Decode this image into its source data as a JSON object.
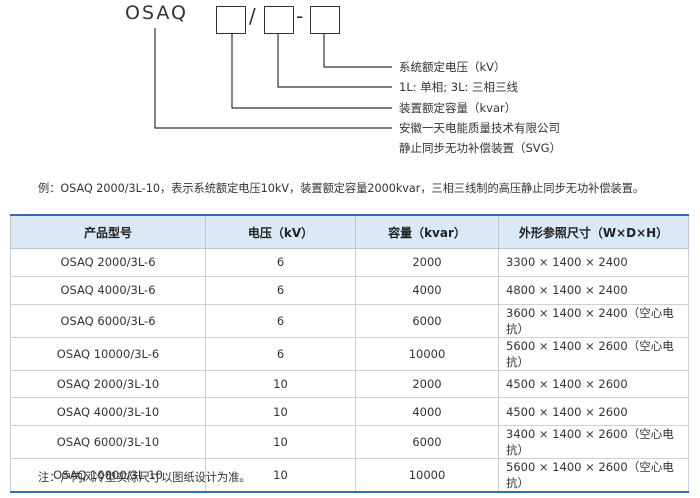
{
  "code": {
    "prefix": "OSAQ",
    "slash": "/",
    "dash": "-"
  },
  "descriptions": [
    "系统额定电压（kV）",
    "1L: 单相; 3L: 三相三线",
    "装置额定容量（kvar）",
    "安徽一天电能质量技术有限公司",
    "静止同步无功补偿装置（SVG）"
  ],
  "example": "例：OSAQ 2000/3L-10，表示系统额定电压10kV，装置额定容量2000kvar，三相三线制的高压静止同步无功补偿装置。",
  "table": {
    "headers": [
      "产品型号",
      "电压（kV）",
      "容量（kvar）",
      "外形参照尺寸（W×D×H）"
    ],
    "rows": [
      [
        "OSAQ 2000/3L-6",
        "6",
        "2000",
        "3300 × 1400 × 2400"
      ],
      [
        "OSAQ 4000/3L-6",
        "6",
        "4000",
        "4800 × 1400 × 2400"
      ],
      [
        "OSAQ 6000/3L-6",
        "6",
        "6000",
        "3600 × 1400 × 2400（空心电抗）"
      ],
      [
        "OSAQ 10000/3L-6",
        "6",
        "10000",
        "5600 × 1400 × 2600（空心电抗）"
      ],
      [
        "OSAQ 2000/3L-10",
        "10",
        "2000",
        "4500 × 1400 × 2600"
      ],
      [
        "OSAQ 4000/3L-10",
        "10",
        "4000",
        "4500 × 1400 × 2600"
      ],
      [
        "OSAQ 6000/3L-10",
        "10",
        "6000",
        "3400 × 1400 × 2600（空心电抗）"
      ],
      [
        "OSAQ 10000/3L-10",
        "10",
        "10000",
        "5600 × 1400 × 2600（空心电抗）"
      ]
    ]
  },
  "note": "注：户内风冷型实际尺寸以图纸设计为准。",
  "colors": {
    "header_bg": "#dbe9f6",
    "rule": "#2f6fb0"
  }
}
